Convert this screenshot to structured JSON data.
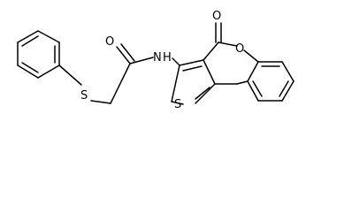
{
  "molecule": {
    "atom_labels": {
      "carbonyl_oxygen_amide": "O",
      "amide_nitrogen": "N",
      "amide_hydrogen": "H",
      "thioether_sulfur": "S",
      "thiophene_sulfur": "S",
      "lactone_carbonyl_oxygen": "O",
      "ring_oxygen": "O"
    }
  }
}
